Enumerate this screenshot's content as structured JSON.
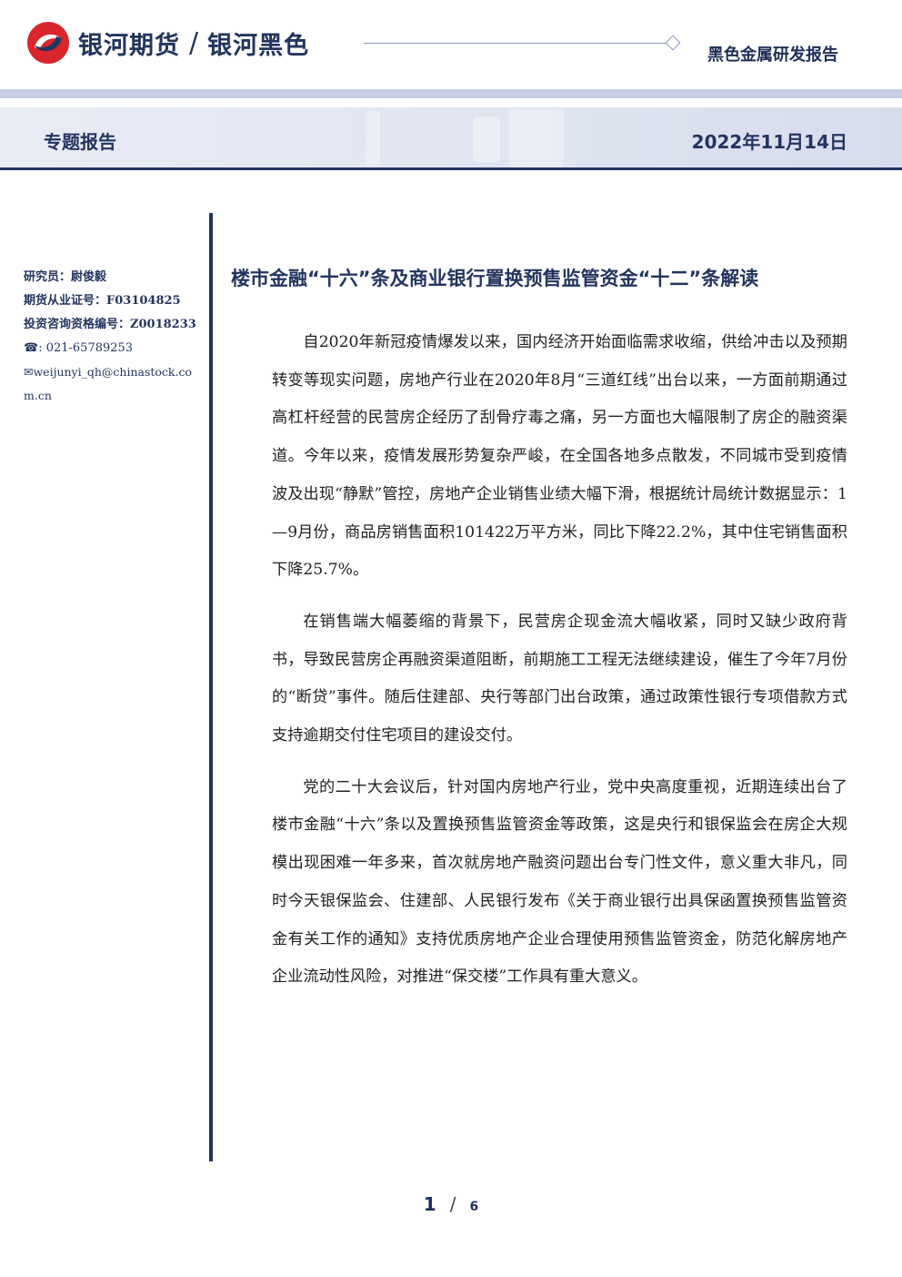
{
  "header": {
    "brand_primary": "银河期货",
    "brand_separator": "/",
    "brand_secondary": "银河黑色",
    "report_series": "黑色金属研发报告"
  },
  "banner": {
    "label": "专题报告",
    "date": "2022年11月14日"
  },
  "sidebar": {
    "researcher": "研究员：尉俊毅",
    "license": "期货从业证号：F03104825",
    "advisory": "投资咨询资格编号：Z0018233",
    "phone": "☎: 021-65789253",
    "email": "✉weijunyi_qh@chinastock.com.cn"
  },
  "article": {
    "title": "楼市金融“十六”条及商业银行置换预售监管资金“十二”条解读",
    "paragraphs": [
      "自2020年新冠疫情爆发以来，国内经济开始面临需求收缩，供给冲击以及预期转变等现实问题，房地产行业在2020年8月“三道红线”出台以来，一方面前期通过高杠杆经营的民营房企经历了刮骨疗毒之痛，另一方面也大幅限制了房企的融资渠道。今年以来，疫情发展形势复杂严峻，在全国各地多点散发，不同城市受到疫情波及出现“静默”管控，房地产企业销售业绩大幅下滑，根据统计局统计数据显示：1—9月份，商品房销售面积101422万平方米，同比下降22.2%，其中住宅销售面积下降25.7%。",
      "在销售端大幅萎缩的背景下，民营房企现金流大幅收紧，同时又缺少政府背书，导致民营房企再融资渠道阻断，前期施工工程无法继续建设，催生了今年7月份的“断贷”事件。随后住建部、央行等部门出台政策，通过政策性银行专项借款方式支持逾期交付住宅项目的建设交付。",
      "党的二十大会议后，针对国内房地产行业，党中央高度重视，近期连续出台了楼市金融“十六”条以及置换预售监管资金等政策，这是央行和银保监会在房企大规模出现困难一年多来，首次就房地产融资问题出台专门性文件，意义重大非凡，同时今天银保监会、住建部、人民银行发布《关于商业银行出具保函置换预售监管资金有关工作的通知》支持优质房地产企业合理使用预售监管资金，防范化解房地产企业流动性风险，对推进“保交楼”工作具有重大意义。"
    ]
  },
  "pagination": {
    "current": "1",
    "separator": "/",
    "total": "6"
  },
  "colors": {
    "navy": "#23355f",
    "logo_red": "#d9252b",
    "band_bg": "#e3e7f2"
  }
}
